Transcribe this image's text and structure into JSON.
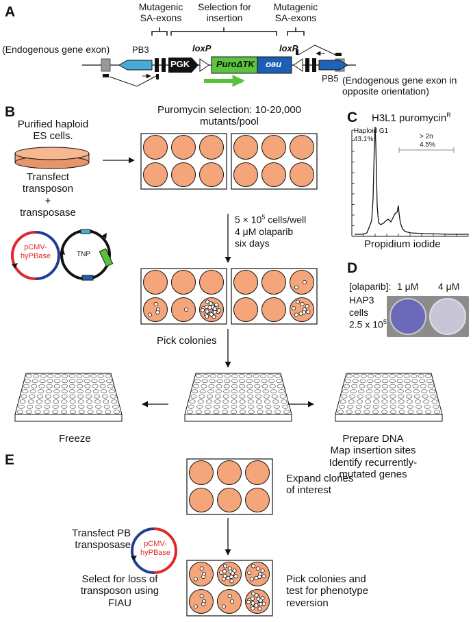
{
  "panels": {
    "a": "A",
    "b": "B",
    "c": "C",
    "d": "D",
    "e": "E"
  },
  "construct": {
    "mutagenic_left": "Mutagenic\nSA-exons",
    "selection": "Selection for\ninsertion",
    "mutagenic_right": "Mutagenic\nSA-exons",
    "endogenous_left": "(Endogenous gene exon)",
    "endogenous_right": "(Endogenous gene exon in\nopposite orientation)",
    "pb3": "PB3",
    "pb5": "PB5",
    "pgk": "PGK",
    "loxp_left": "loxP",
    "loxp_right": "loxP",
    "puro": "PuroΔTK",
    "neo": "neo"
  },
  "screen": {
    "haploid_cells": "Purified haploid\nES cells.",
    "transfect": "Transfect\ntransposon\n+\ntransposase",
    "plasmid_pcmv": "pCMV-\nhyPBase",
    "plasmid_tnp": "TNP",
    "puro_selection": "Puromycin selection: 10-20,000\nmutants/pool",
    "cells_per_well": "5 × 10",
    "cells_exp": "5",
    "cells_unit": " cells/well",
    "olaparib": "4 μM olaparib",
    "days": "six days",
    "pick": "Pick colonies",
    "freeze": "Freeze",
    "prepare": "Prepare DNA\nMap insertion sites\nIdentify recurrently-\nmutated genes"
  },
  "facs": {
    "title": "H3L1 puromycin",
    "title_sup": "R",
    "haploid": "Haploid G1\n43.1%",
    "gt2n": "> 2n\n4.5%",
    "xlabel": "Propidium iodide"
  },
  "dpanel": {
    "olaparib": "[olaparib]:",
    "dose1": "1 μM",
    "dose2": "4 μM",
    "cells": "HAP3\ncells\n2.5 x 10",
    "cells_exp": "5"
  },
  "epanel": {
    "expand": "Expand clones\nof interest",
    "transfect": "Transfect PB\ntransposase",
    "plasmid": "pCMV-\nhyPBase",
    "select": "Select for loss of\ntransposon using\nFIAU",
    "pick": "Pick colonies and\ntest for phenotype\nreversion"
  },
  "colors": {
    "well": "#f4a57a",
    "puro": "#5cc43e",
    "neo": "#1a5fb4",
    "pb3": "#49a9d9",
    "pb5": "#1d64b8",
    "arrow_green": "#57c23a",
    "plasmid_red": "#e0272b",
    "plasmid_blue": "#243e8f",
    "stain": "#3a3a8c"
  }
}
